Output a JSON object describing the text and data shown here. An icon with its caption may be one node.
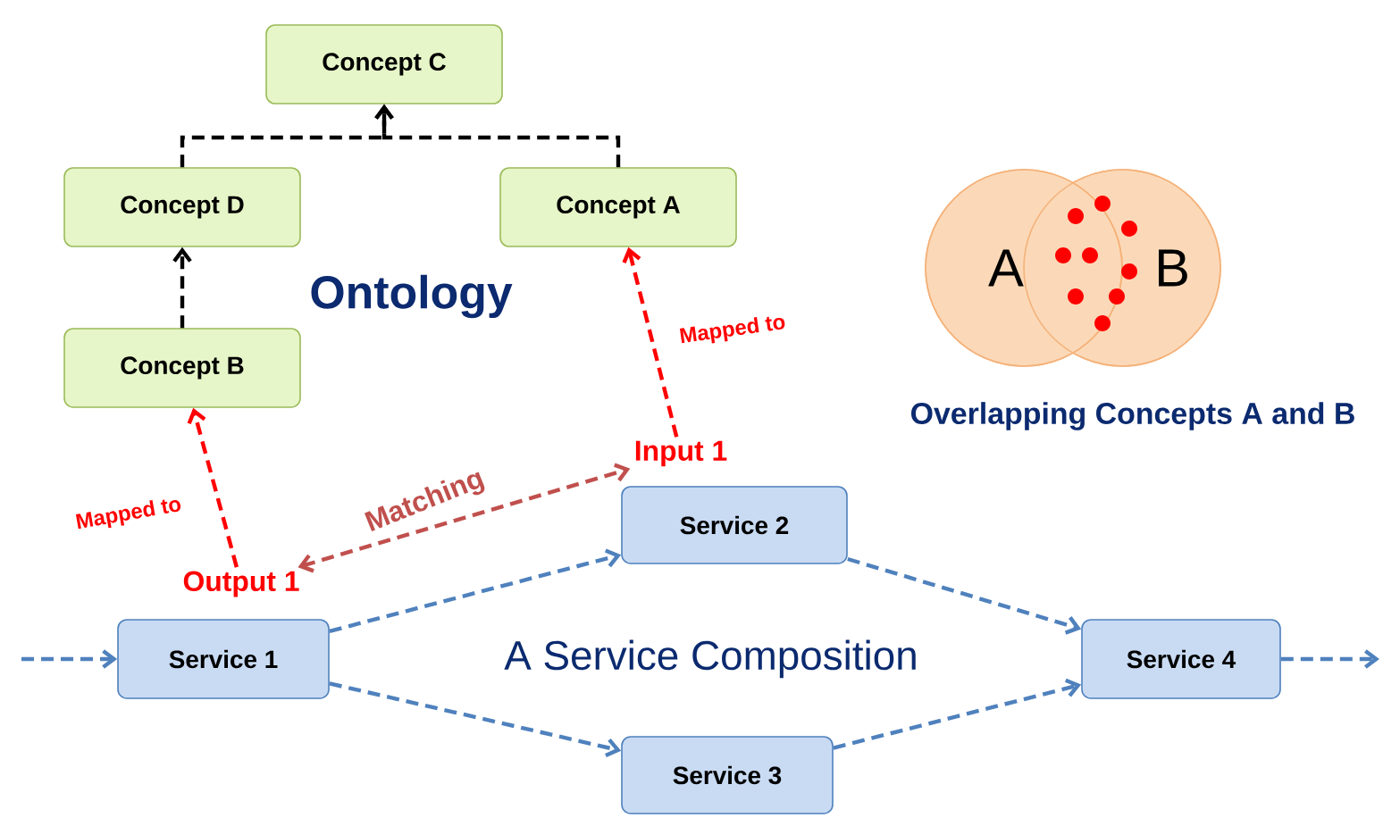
{
  "diagram": {
    "nodes": [
      {
        "text": [
          "Concept C"
        ]
      },
      {
        "text": [
          "Concept D"
        ]
      },
      {
        "text": [
          "Concept A"
        ]
      },
      {
        "text": [
          "Concept B"
        ]
      },
      {
        "text": [
          "Service 1"
        ]
      },
      {
        "text": [
          "Service 2"
        ]
      },
      {
        "text": [
          "Service 3"
        ]
      },
      {
        "text": [
          "Service 4"
        ]
      },
      {
        "text": [
          "Output 1"
        ]
      },
      {
        "text": [
          "Input 1"
        ]
      },
      {
        "text": [
          "A"
        ]
      },
      {
        "text": [
          "B"
        ]
      }
    ],
    "edges": [
      {
        "from": 1,
        "to": 0,
        "arrow": "to",
        "style": "dashed",
        "color": "#000000"
      },
      {
        "from": 2,
        "to": 0,
        "arrow": "to",
        "style": "dashed",
        "color": "#000000"
      },
      {
        "from": 3,
        "to": 1,
        "arrow": "to",
        "style": "dashed",
        "color": "#000000"
      },
      {
        "from": 8,
        "to": 3,
        "arrow": "to",
        "label": "Mapped to",
        "style": "dashed",
        "color": "#ff0000"
      },
      {
        "from": 9,
        "to": 2,
        "arrow": "to",
        "label": "Mapped to",
        "style": "dashed",
        "color": "#ff0000"
      },
      {
        "from": 8,
        "to": 9,
        "arrow": "both",
        "label": "Matching",
        "style": "dashed",
        "color": "#c0504d"
      },
      {
        "from": null,
        "to": 4,
        "arrow": "to",
        "style": "dashed"
      },
      {
        "from": 4,
        "to": 5,
        "arrow": "to",
        "style": "dashed"
      },
      {
        "from": 4,
        "to": 6,
        "arrow": "to",
        "style": "dashed"
      },
      {
        "from": 5,
        "to": 7,
        "arrow": "to",
        "style": "dashed"
      },
      {
        "from": 6,
        "to": 7,
        "arrow": "to",
        "style": "dashed"
      },
      {
        "from": 7,
        "to": null,
        "arrow": "to",
        "style": "dashed"
      }
    ],
    "labels": [
      "Ontology",
      "Overlapping Concepts A and B",
      "A Service Composition"
    ]
  }
}
